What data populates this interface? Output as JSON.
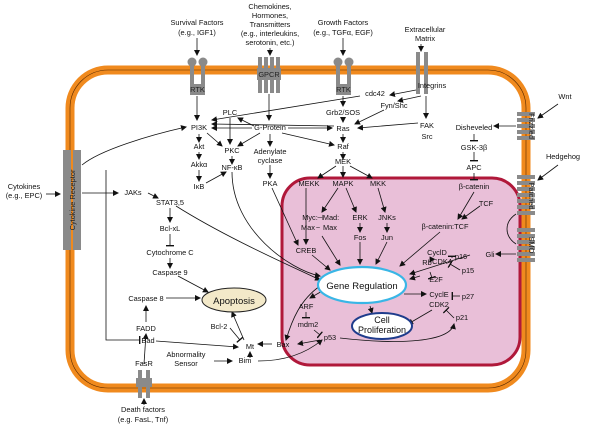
{
  "colors": {
    "cell_membrane": "#f08a1e",
    "nucleus_border": "#b0183a",
    "nucleus_fill": "#e9bfd8",
    "gene_regulation_border": "#39b6e6",
    "proliferation_border": "#1f3c8c",
    "apoptosis_fill": "#f3e9c9",
    "receptor_gray": "#8a8a8a"
  },
  "external": {
    "survival_factors": [
      "Survival Factors",
      "(e.g., IGF1)"
    ],
    "chemokines": [
      "Chemokines,",
      "Hormones,",
      "Transmitters",
      "(e.g., interleukins,",
      "serotonin, etc.)"
    ],
    "growth_factors": [
      "Growth Factors",
      "(e.g., TGFα, EGF)"
    ],
    "extracellular_matrix": [
      "Extracellular",
      "Matrix"
    ],
    "wnt": "Wnt",
    "hedgehog": "Hedgehog",
    "cytokines": [
      "Cytokines",
      "(e.g., EPC)"
    ],
    "death_factors": [
      "Death factors",
      "(e.g. FasL, Tnf)"
    ]
  },
  "receptors": {
    "rtk_left": "RTK",
    "gpcr": "GPCR",
    "rtk_right": "RTK",
    "integrins": "Integrins",
    "frizzled": "Frizzled",
    "patched": "Patched",
    "smo": "SMO",
    "cytokine_receptor": "Cytokine Receptor",
    "fasr": "FasR"
  },
  "nodes": {
    "cdc42": "cdc42",
    "fyn_shc": "Fyn/Shc",
    "grb2_sos": "Grb2/SOS",
    "fak": "FAK",
    "src": "Src",
    "pi3k": "PI3K",
    "plc": "PLC",
    "g_protein": "G-Protein",
    "ras": "Ras",
    "raf": "Raf",
    "akt": "Akt",
    "akk_alpha": "Akkα",
    "pkc": "PKC",
    "nf_kb": "NF-κB",
    "ikb": "IκB",
    "adenylate_cyclase": [
      "Adenylate",
      "cyclase"
    ],
    "pka": "PKA",
    "mek": "MEK",
    "mekk": "MEKK",
    "mapk": "MAPK",
    "mkk": "MKK",
    "jaks": "JAKs",
    "stat": "STAT3,5",
    "bcl_xl": "Bcl-xL",
    "cytochrome_c": "Cytochrome C",
    "caspase9": "Caspase 9",
    "caspase8": "Caspase 8",
    "fadd": "FADD",
    "bad": "Bad",
    "bcl2": "Bcl-2",
    "mt": "Mt",
    "bax": "Bax",
    "bim": "Bim",
    "abnormality_sensor": [
      "Abnormality",
      "Sensor"
    ],
    "apoptosis": "Apoptosis",
    "disheveled": "Disheveled",
    "gsk3b": "GSK-3β",
    "apc": "APC",
    "beta_catenin": "β-catenin",
    "tcf": "TCF",
    "gli": "Gli",
    "myc_max": [
      "Myc:",
      "Max"
    ],
    "mad_max": [
      "Mad:",
      "Max"
    ],
    "erk": "ERK",
    "fos": "Fos",
    "jnks": "JNKs",
    "jun": "Jun",
    "creb": "CREB",
    "bcat_tcf": "β-catenin:TCF",
    "gene_regulation": "Gene Regulation",
    "cycd_cdk4": [
      "CyclD",
      "CDK4"
    ],
    "p16": "p16",
    "rb": "Rb",
    "e2f": "E2F",
    "p15": "p15",
    "cyce_cdk2": [
      "CyclE",
      "CDK2"
    ],
    "p27": "p27",
    "p21": "p21",
    "cell_proliferation": [
      "Cell",
      "Proliferation"
    ],
    "arf": "ARF",
    "mdm2": "mdm2",
    "p53": "p53"
  }
}
